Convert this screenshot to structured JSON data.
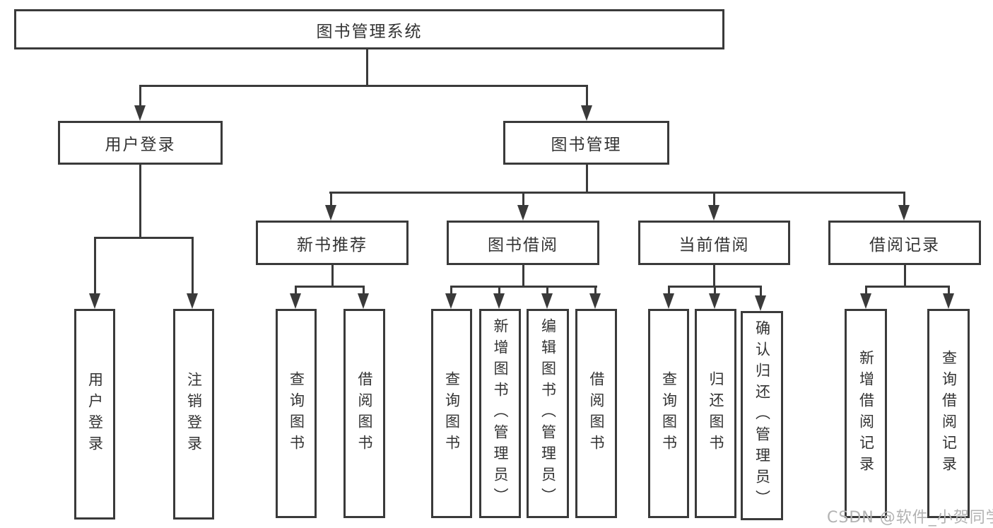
{
  "diagram_type": "hierarchy-tree",
  "root": {
    "label": "图书管理系统"
  },
  "level2": [
    {
      "label": "用户登录"
    },
    {
      "label": "图书管理"
    }
  ],
  "level3": [
    {
      "label": "新书推荐"
    },
    {
      "label": "图书借阅"
    },
    {
      "label": "当前借阅"
    },
    {
      "label": "借阅记录"
    }
  ],
  "leaves": {
    "user": [
      {
        "label": "用户登录"
      },
      {
        "label": "注销登录"
      }
    ],
    "recommend": [
      {
        "label": "查询图书"
      },
      {
        "label": "借阅图书"
      }
    ],
    "borrow": [
      {
        "label": "查询图书"
      },
      {
        "label": "新增图书（管理员）"
      },
      {
        "label": "编辑图书（管理员）"
      },
      {
        "label": "借阅图书"
      }
    ],
    "current": [
      {
        "label": "查询图书"
      },
      {
        "label": "归还图书"
      },
      {
        "label": "确认归还（管理员）"
      }
    ],
    "records": [
      {
        "label": "新增借阅记录"
      },
      {
        "label": "查询借阅记录"
      }
    ]
  },
  "watermark": {
    "text": "CSDN @软件_小贺同学"
  },
  "colors": {
    "line": "#3a3a3a",
    "box_border": "#3a3a3a",
    "box_background": "#ffffff",
    "text": "#333333",
    "watermark": "#b2b2b2",
    "background": "#ffffff"
  }
}
